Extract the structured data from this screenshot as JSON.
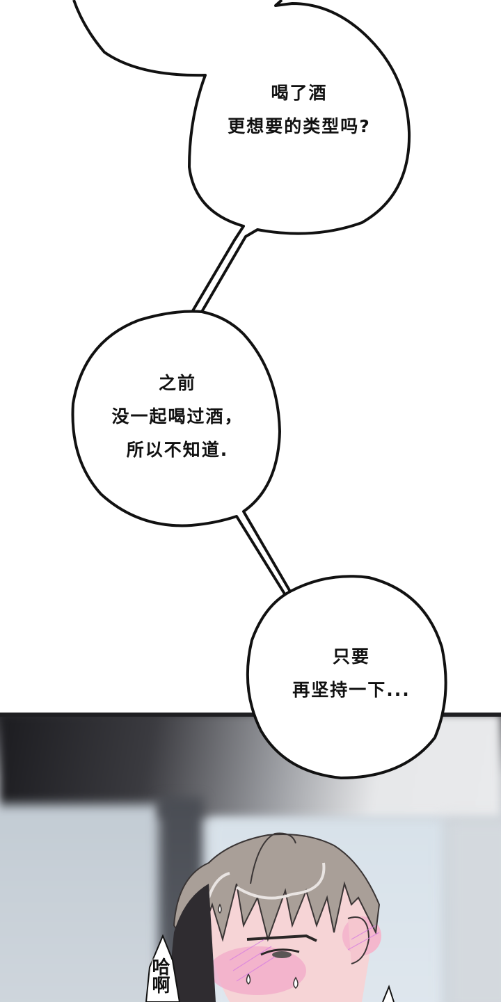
{
  "comic": {
    "bubbles": [
      {
        "id": "bubble-1",
        "lines": [
          "喝了酒",
          "更想要的类型吗?"
        ]
      },
      {
        "id": "bubble-2",
        "lines": [
          "之前",
          "没一起喝过酒，",
          "所以不知道."
        ]
      },
      {
        "id": "bubble-3",
        "lines": [
          "只要",
          "再坚持一下..."
        ]
      }
    ],
    "sfx": {
      "text": "哈啊"
    },
    "colors": {
      "ink": "#111111",
      "panel_border": "#1f1f22",
      "hair": "#a89c95",
      "skin_blush": "#f3b8cf",
      "background_window": "#d8e2ea"
    }
  }
}
